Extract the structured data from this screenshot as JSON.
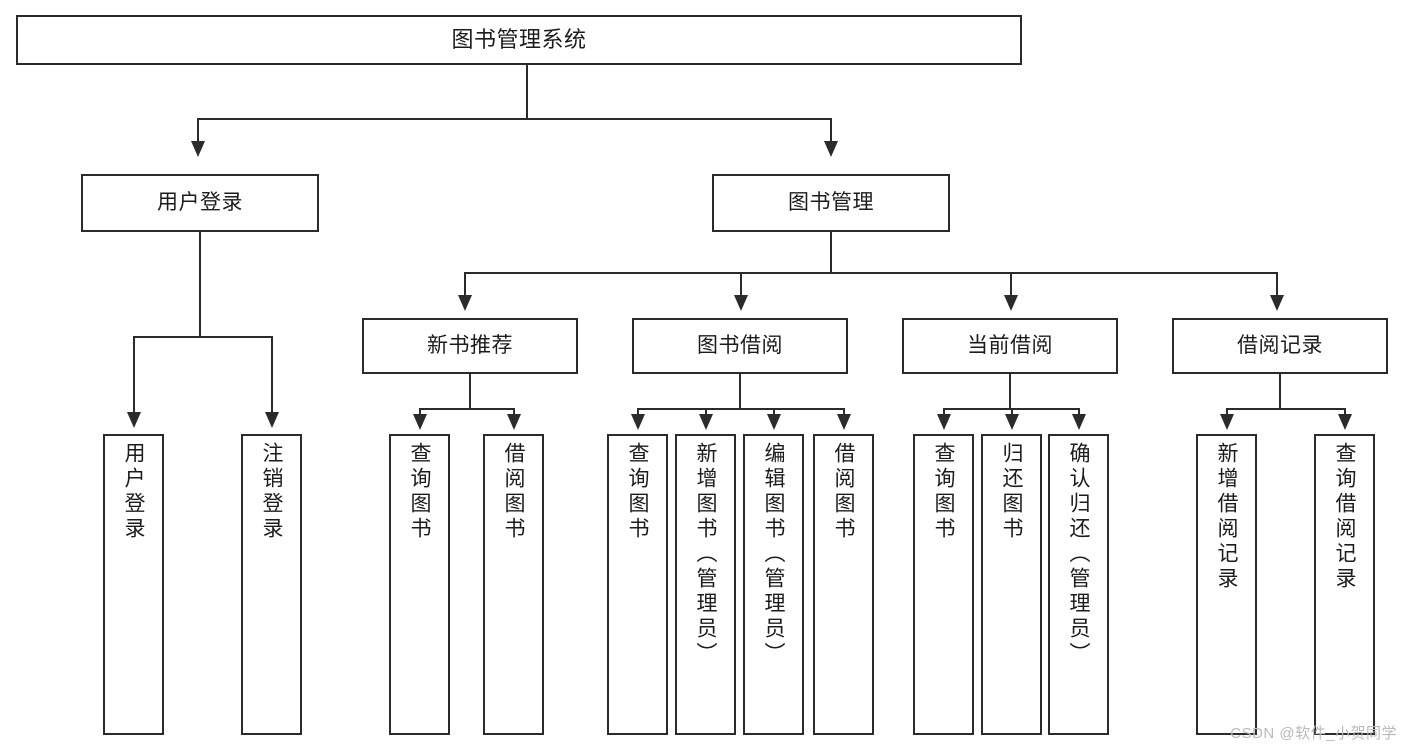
{
  "diagram": {
    "title": "图书管理系统",
    "type": "tree-hierarchy-diagram",
    "root": {
      "label": "图书管理系统"
    },
    "level2": [
      {
        "label": "用户登录"
      },
      {
        "label": "图书管理"
      }
    ],
    "level3": [
      {
        "label": "新书推荐"
      },
      {
        "label": "图书借阅"
      },
      {
        "label": "当前借阅"
      },
      {
        "label": "借阅记录"
      }
    ],
    "leaves_user_login": [
      {
        "label": "用户登录"
      },
      {
        "label": "注销登录"
      }
    ],
    "leaves_new_book": [
      {
        "label": "查询图书"
      },
      {
        "label": "借阅图书"
      }
    ],
    "leaves_borrow": [
      {
        "label": "查询图书"
      },
      {
        "label": "新增图书（管理员）"
      },
      {
        "label": "编辑图书（管理员）"
      },
      {
        "label": "借阅图书"
      }
    ],
    "leaves_current": [
      {
        "label": "查询图书"
      },
      {
        "label": "归还图书"
      },
      {
        "label": "确认归还（管理员）"
      }
    ],
    "leaves_records": [
      {
        "label": "新增借阅记录"
      },
      {
        "label": "查询借阅记录"
      }
    ]
  },
  "watermark": {
    "text": "CSDN @软件_小贺同学"
  },
  "colors": {
    "border": "#2b2b2b",
    "text": "#1c1c1c",
    "background": "#ffffff",
    "watermark": "#b9b9b9"
  }
}
